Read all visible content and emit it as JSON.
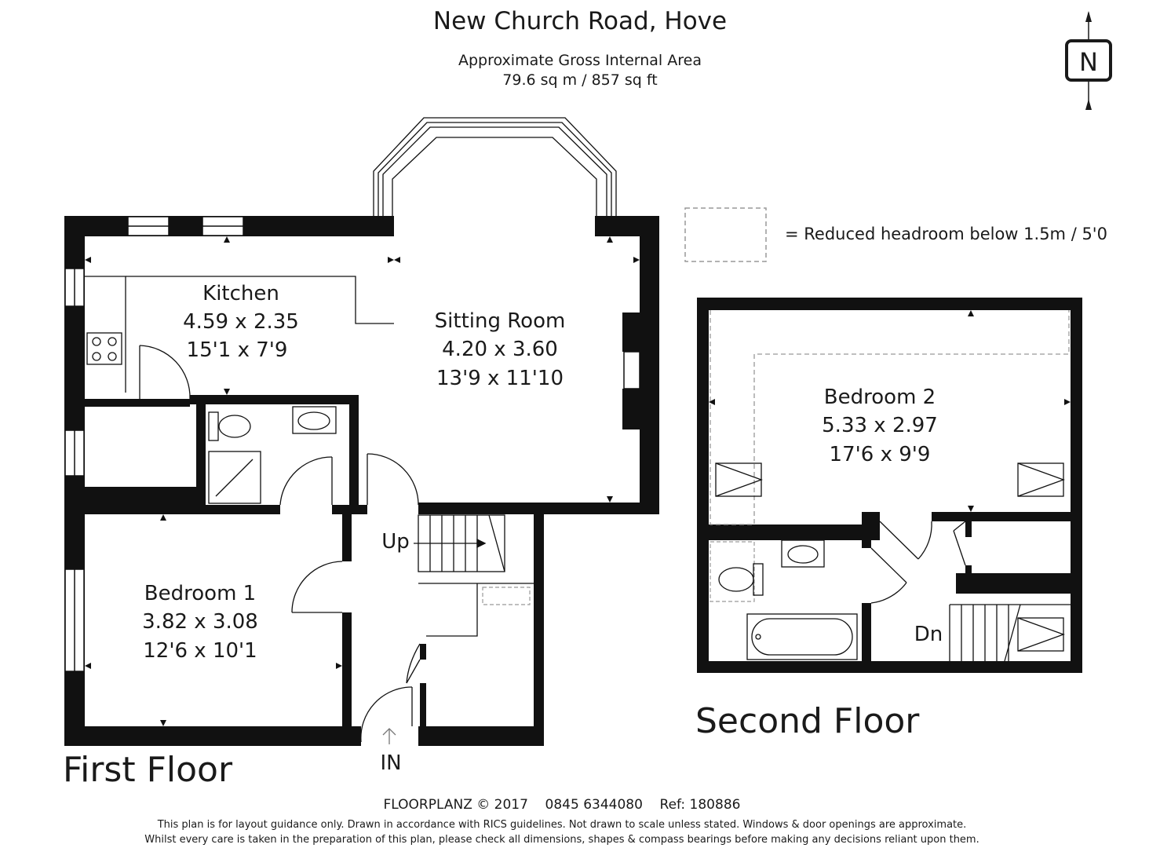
{
  "header": {
    "title": "New Church Road, Hove",
    "area_label": "Approximate Gross Internal Area",
    "area_value": "79.6 sq m / 857 sq ft"
  },
  "compass": {
    "letter": "N",
    "icon": "north-compass-icon"
  },
  "legend": {
    "text": "= Reduced headroom below 1.5m / 5'0"
  },
  "first_floor": {
    "label": "First Floor",
    "rooms": {
      "kitchen": {
        "name": "Kitchen",
        "metric": "4.59 x 2.35",
        "imperial": "15'1 x 7'9"
      },
      "sitting_room": {
        "name": "Sitting Room",
        "metric": "4.20 x 3.60",
        "imperial": "13'9 x 11'10"
      },
      "bedroom_1": {
        "name": "Bedroom 1",
        "metric": "3.82 x 3.08",
        "imperial": "12'6 x 10'1"
      }
    },
    "stairs_label": "Up",
    "entrance_label": "IN"
  },
  "second_floor": {
    "label": "Second Floor",
    "rooms": {
      "bedroom_2": {
        "name": "Bedroom 2",
        "metric": "5.33 x 2.97",
        "imperial": "17'6 x 9'9"
      }
    },
    "stairs_label": "Dn"
  },
  "footer": {
    "credit": "FLOORPLANZ © 2017    0845 6344080    Ref: 180886",
    "disclaimer_1": "This plan is for layout guidance only. Drawn in accordance with RICS guidelines. Not drawn to scale unless stated. Windows & door openings are approximate.",
    "disclaimer_2": "Whilst every care is taken in the preparation of this plan, please check all dimensions, shapes & compass bearings before making any decisions reliant upon them."
  }
}
